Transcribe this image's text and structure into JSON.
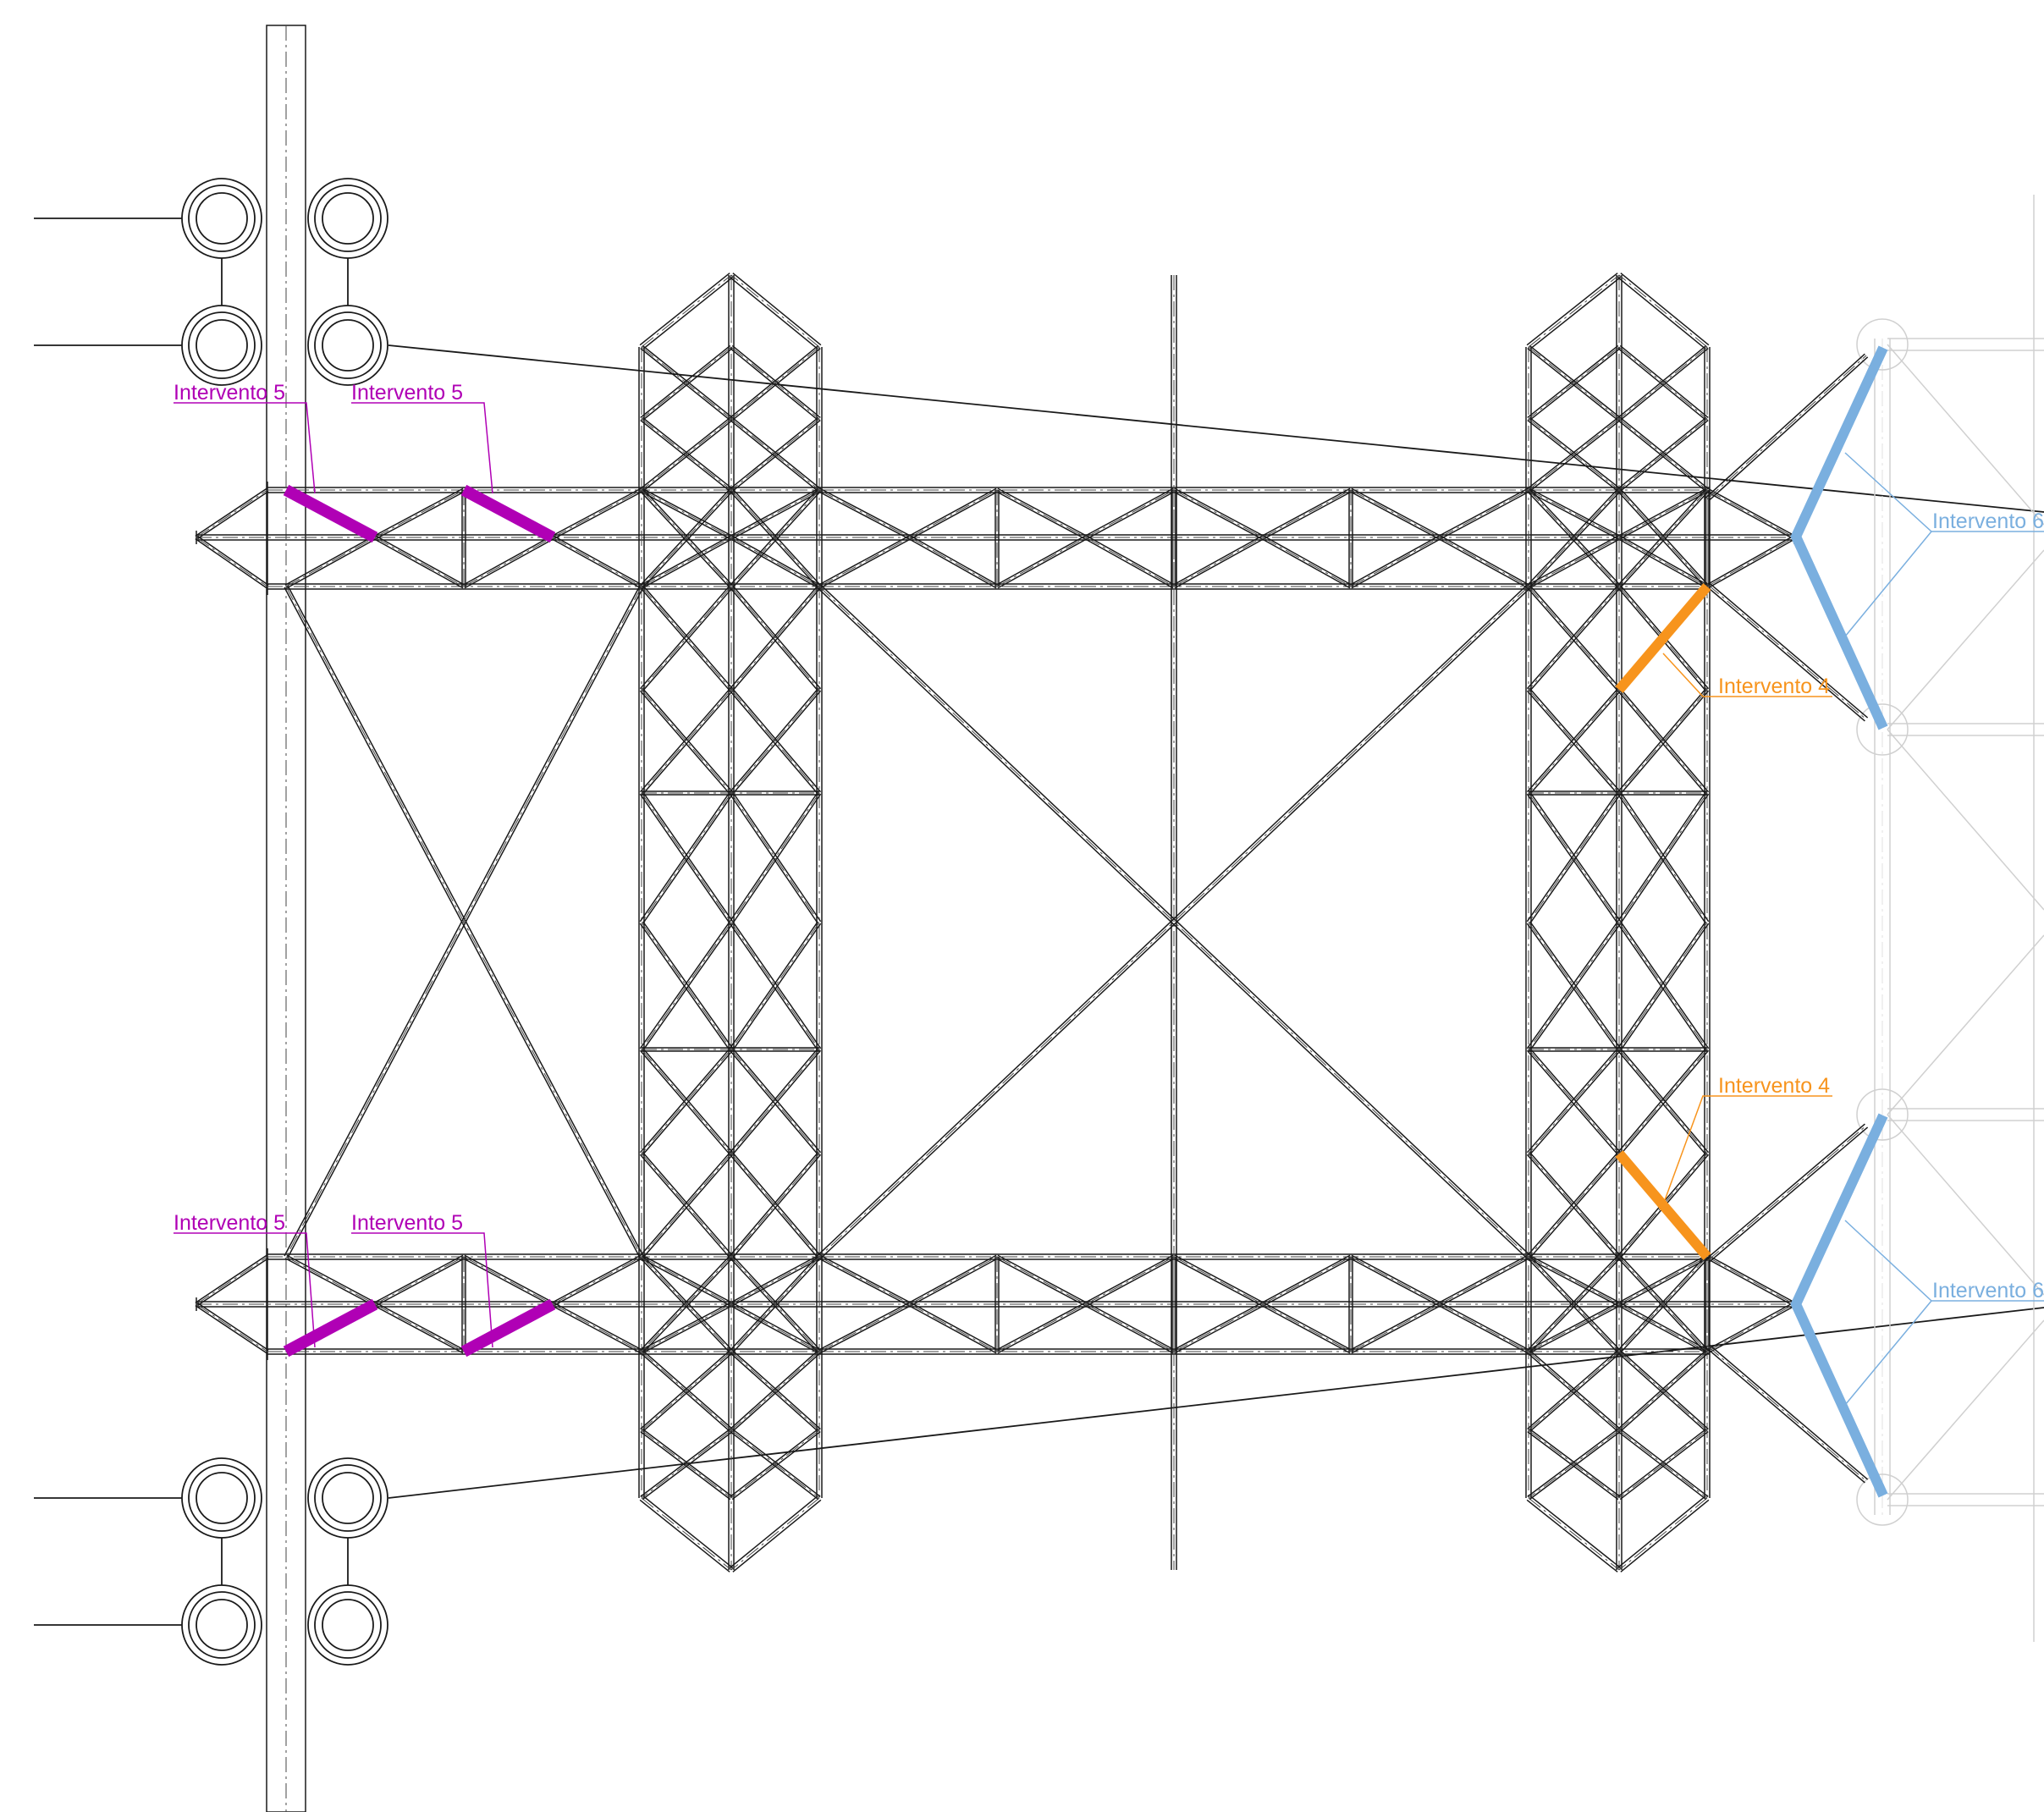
{
  "colors": {
    "intervento_4": "#f7941d",
    "intervento_5": "#b000b5",
    "intervento_6": "#7aafdf",
    "structure": "#1a1a1a",
    "ghost_structure": "#d0d0d0"
  },
  "labels": {
    "i5_top_left": "Intervento 5",
    "i5_top_right": "Intervento 5",
    "i5_bottom_left": "Intervento 5",
    "i5_bottom_right": "Intervento 5",
    "i4_top": "Intervento 4",
    "i4_bottom": "Intervento 4",
    "i6_top": "Intervento 6",
    "i6_bottom": "Intervento 6"
  }
}
